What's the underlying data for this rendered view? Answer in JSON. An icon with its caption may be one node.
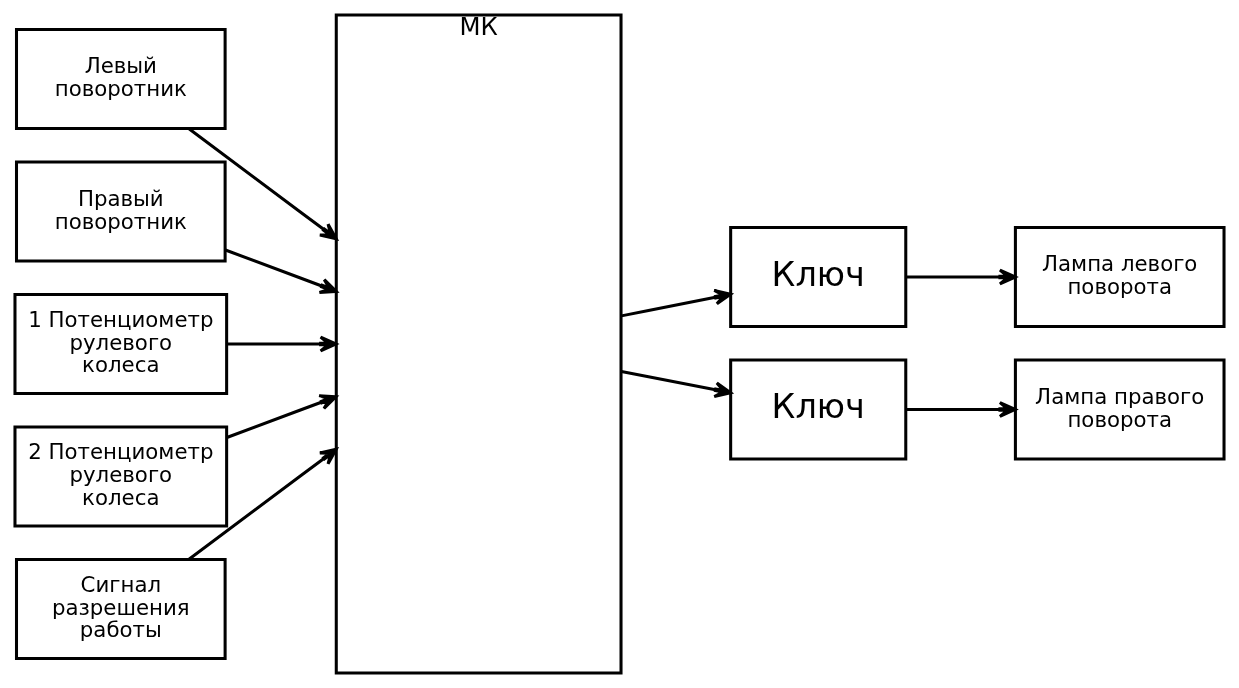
{
  "diagram": {
    "nodes": [
      {
        "text": [
          "Левый поворотник"
        ]
      },
      {
        "text": [
          "Правый поворотник"
        ]
      },
      {
        "text": [
          "1 Потенциометр рулевого колеса"
        ]
      },
      {
        "text": [
          "2 Потенциометр рулевого колеса"
        ]
      },
      {
        "text": [
          "Сигнал разрешения работы"
        ]
      },
      {
        "text": [
          "МК"
        ]
      },
      {
        "text": [
          "Ключ"
        ]
      },
      {
        "text": [
          "Ключ"
        ]
      },
      {
        "text": [
          "Лампа левого поворота"
        ]
      },
      {
        "text": [
          "Лампа правого поворота"
        ]
      }
    ],
    "edges": [
      {
        "from": 0,
        "to": 5,
        "arrow": "to"
      },
      {
        "from": 1,
        "to": 5,
        "arrow": "to"
      },
      {
        "from": 2,
        "to": 5,
        "arrow": "to"
      },
      {
        "from": 3,
        "to": 5,
        "arrow": "to"
      },
      {
        "from": 4,
        "to": 5,
        "arrow": "to"
      },
      {
        "from": 5,
        "to": 6,
        "arrow": "to"
      },
      {
        "from": 5,
        "to": 7,
        "arrow": "to"
      },
      {
        "from": 6,
        "to": 8,
        "arrow": "to"
      },
      {
        "from": 7,
        "to": 9,
        "arrow": "to"
      }
    ]
  }
}
